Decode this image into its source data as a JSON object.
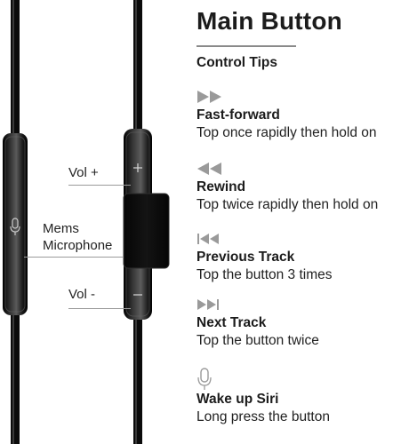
{
  "header": {
    "title": "Main Button",
    "subtitle": "Control Tips"
  },
  "callouts": {
    "vol_up": "Vol +",
    "mic_line1": "Mems",
    "mic_line2": "Microphone",
    "vol_down": "Vol -"
  },
  "tips": [
    {
      "icon": "fast-forward-icon",
      "name": "Fast-forward",
      "desc": "Top once rapidly then hold on"
    },
    {
      "icon": "rewind-icon",
      "name": "Rewind",
      "desc": "Top twice rapidly then hold on"
    },
    {
      "icon": "previous-track-icon",
      "name": "Previous Track",
      "desc": "Top the button 3 times"
    },
    {
      "icon": "next-track-icon",
      "name": "Next Track",
      "desc": "Top the button twice"
    },
    {
      "icon": "microphone-icon",
      "name": "Wake up Siri",
      "desc": "Long press the button"
    }
  ],
  "colors": {
    "icon_gray": "#9a9a9a",
    "cable": "#0d0d0d"
  }
}
